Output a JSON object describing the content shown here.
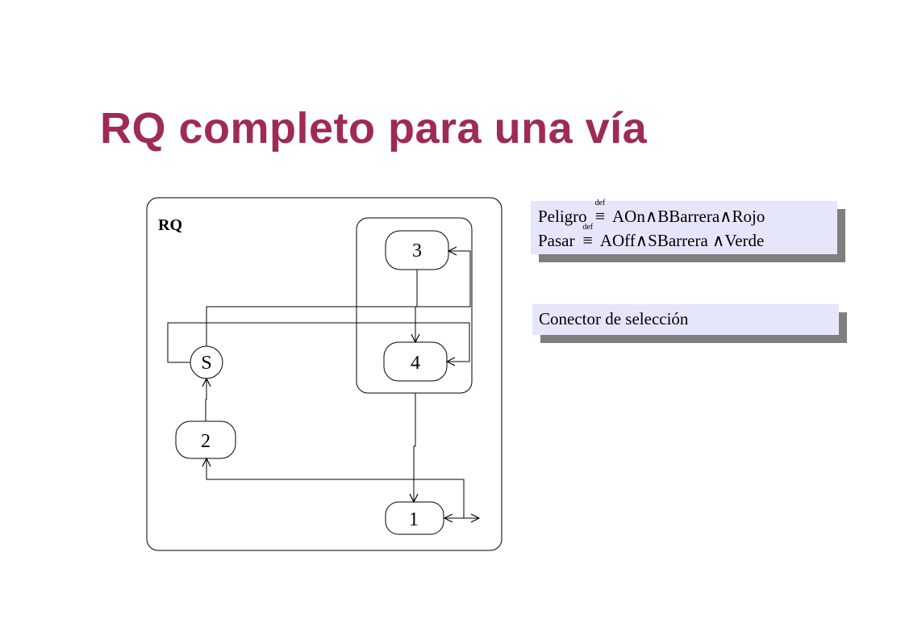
{
  "slide": {
    "title": "RQ completo para una vía"
  },
  "diagram": {
    "container_label": "RQ",
    "nodes": {
      "s3": "3",
      "s4": "4",
      "sS": "S",
      "s2": "2",
      "s1": "1"
    }
  },
  "notes": {
    "definitions": {
      "line1": {
        "name": "Peligro",
        "def": "def",
        "eq": "≡",
        "expr": "AOn∧BBarrera∧Rojo"
      },
      "line2": {
        "name": "Pasar",
        "def": "def",
        "eq": "≡",
        "expr": "AOff∧SBarrera ∧Verde"
      }
    },
    "connector": "Conector de selección"
  },
  "colors": {
    "title": "#9e2a55",
    "note_bg": "#e6e6fa",
    "note_shadow": "#7f7f7f"
  }
}
